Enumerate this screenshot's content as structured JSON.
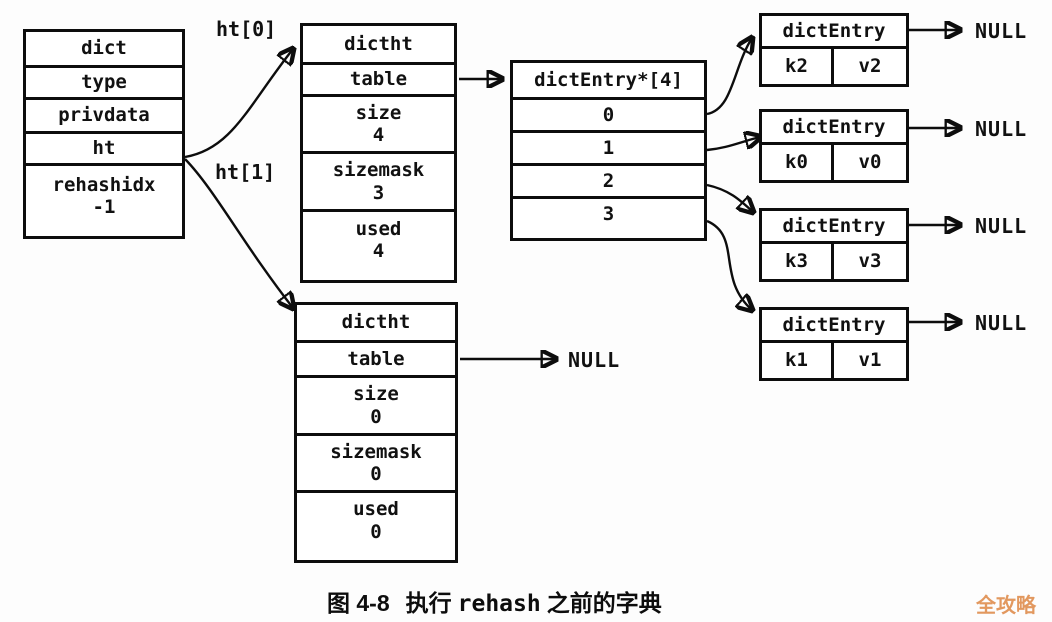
{
  "pointer_labels": {
    "ht0": "ht[0]",
    "ht1": "ht[1]"
  },
  "dict_struct": {
    "rows": [
      {
        "label": "dict"
      },
      {
        "label": "type"
      },
      {
        "label": "privdata"
      },
      {
        "label": "ht"
      },
      {
        "label": "rehashidx",
        "value": "-1"
      }
    ]
  },
  "hashtable_0": {
    "rows": [
      {
        "label": "dictht"
      },
      {
        "label": "table"
      },
      {
        "label": "size",
        "value": "4"
      },
      {
        "label": "sizemask",
        "value": "3"
      },
      {
        "label": "used",
        "value": "4"
      }
    ]
  },
  "hashtable_1": {
    "rows": [
      {
        "label": "dictht"
      },
      {
        "label": "table"
      },
      {
        "label": "size",
        "value": "0"
      },
      {
        "label": "sizemask",
        "value": "0"
      },
      {
        "label": "used",
        "value": "0"
      }
    ],
    "table_target": "NULL"
  },
  "bucket_array": {
    "header": "dictEntry*[4]",
    "slots": [
      "0",
      "1",
      "2",
      "3"
    ]
  },
  "entries": [
    {
      "header": "dictEntry",
      "key": "k2",
      "value": "v2",
      "next": "NULL"
    },
    {
      "header": "dictEntry",
      "key": "k0",
      "value": "v0",
      "next": "NULL"
    },
    {
      "header": "dictEntry",
      "key": "k3",
      "value": "v3",
      "next": "NULL"
    },
    {
      "header": "dictEntry",
      "key": "k1",
      "value": "v1",
      "next": "NULL"
    }
  ],
  "caption": {
    "figure_label": "图 4-8",
    "text_before_code": "执行",
    "code": "rehash",
    "text_after_code": "之前的字典"
  },
  "watermark": {
    "text": "全攻略",
    "color": "#e2985f"
  }
}
